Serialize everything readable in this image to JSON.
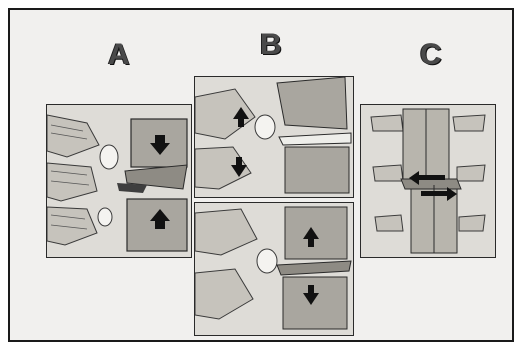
{
  "labels": {
    "a": "A",
    "b": "B",
    "c": "C"
  },
  "colors": {
    "background": "#f1f0ee",
    "frame": "#1a1a1a",
    "bone": "#b8b5ad",
    "bone_dark": "#8f8c85",
    "disc": "#e9e7e2",
    "arrow": "#111111"
  },
  "panels": [
    {
      "id": "A",
      "view": "lateral-spine",
      "arrows": [
        "down",
        "up"
      ]
    },
    {
      "id": "B-top",
      "view": "lateral-spine",
      "arrows": [
        "up",
        "down"
      ]
    },
    {
      "id": "B-bottom",
      "view": "lateral-spine",
      "arrows": [
        "up",
        "down"
      ]
    },
    {
      "id": "C",
      "view": "posterior-spine",
      "arrows": [
        "left",
        "right"
      ]
    }
  ]
}
